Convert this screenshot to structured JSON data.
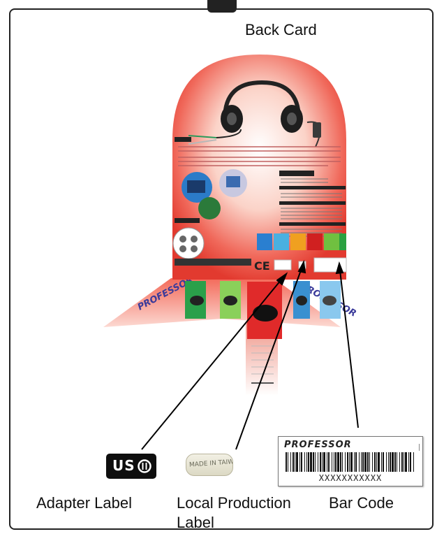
{
  "title": "Back Card",
  "labels": {
    "adapter": "Adapter Label",
    "local_line1": "Local Production",
    "local_line2": "Label",
    "barcode": "Bar Code"
  },
  "adapter_badge": {
    "text": "US"
  },
  "local_label": {
    "text": "MADE IN TAIWAN"
  },
  "barcode_card": {
    "brand": "PROFESSOR",
    "code": "XXXXXXXXXXX"
  },
  "colors": {
    "card_red": "#e83a2e",
    "frame": "#222222"
  },
  "icons": [
    "ul-mark-icon",
    "barcode-icon",
    "headphone-icon",
    "laptop-icon",
    "ce-mark-icon"
  ]
}
